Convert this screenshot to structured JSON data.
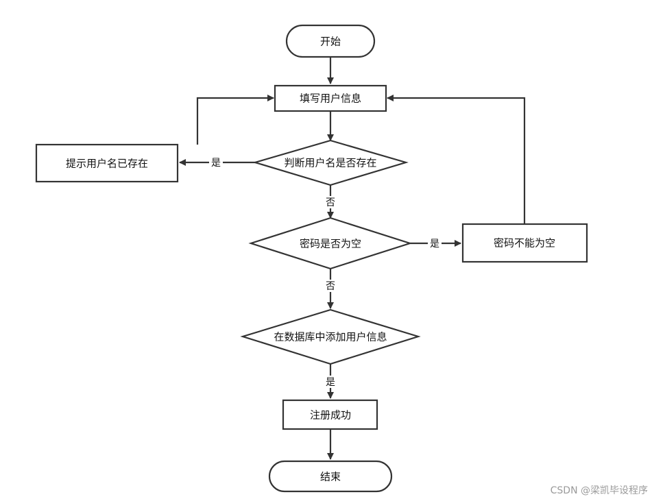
{
  "nodes": {
    "start": "开始",
    "fill_info": "填写用户信息",
    "check_username": "判断用户名是否存在",
    "username_exists_msg": "提示用户名已存在",
    "check_password_empty": "密码是否为空",
    "password_empty_msg": "密码不能为空",
    "add_to_db": "在数据库中添加用户信息",
    "register_success": "注册成功",
    "end": "结束"
  },
  "edges": {
    "username_yes": "是",
    "username_no": "否",
    "password_yes": "是",
    "password_no": "否",
    "db_yes": "是"
  },
  "watermark": "CSDN @梁凯毕设程序"
}
